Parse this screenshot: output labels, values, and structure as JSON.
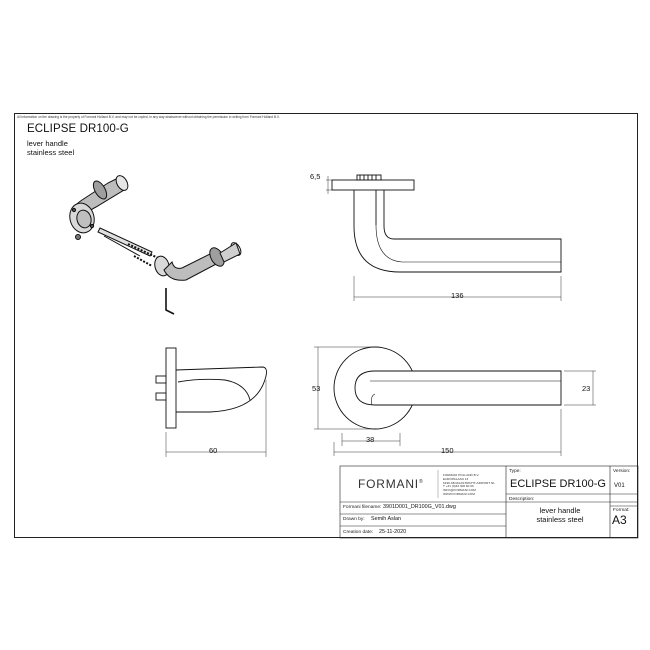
{
  "disclaimer": "All information on the drawing is the property of Formani Holland B.V. and may not be copied, in any way whatsoever without obtaining the permission in writing from Formani Holland B.V.",
  "title": "ECLIPSE DR100-G",
  "subtitle_1": "lever handle",
  "subtitle_2": "stainless steel",
  "dimensions": {
    "rose_thickness": "6,5",
    "length": "136",
    "height": "53",
    "lever_height": "23",
    "offset": "38",
    "overall": "150",
    "projection": "60"
  },
  "title_block": {
    "brand": "FORMANI",
    "brand_mark": "®",
    "address_lines": [
      "FORMANI HOLLAND B.V.",
      "EUROPALAAN 13",
      "6199 AB MAASTRICHT-AIRPORT NL",
      "T +31 (0)43 306 60 00",
      "INFO@FORMANI.COM",
      "WWW.FORMANI.COM"
    ],
    "type_label": "Type:",
    "type_value": "ECLIPSE DR100-G",
    "version_label": "Version:",
    "version_value": "V01",
    "filename_label": "Formani filename:",
    "filename_value": "3901D001_DR100G_V01.dwg",
    "description_label": "Description:",
    "description_1": "lever handle",
    "description_2": "stainless steel",
    "drawn_label": "Drawn by:",
    "drawn_value": "Semih Aslan",
    "format_label": "Format:",
    "format_value": "A3",
    "creation_label": "Creation date:",
    "creation_value": "25-11-2020"
  }
}
